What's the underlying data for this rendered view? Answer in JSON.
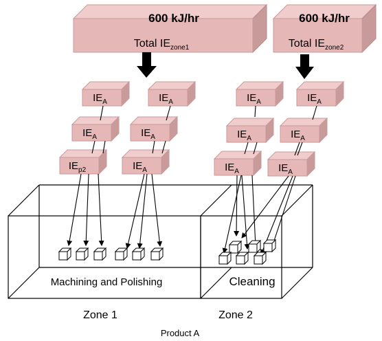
{
  "colors": {
    "box_front": "#e6b7b7",
    "box_top": "#f0cccc",
    "box_side": "#c99a9a",
    "stroke": "#000000"
  },
  "total_boxes": [
    {
      "rate": "600 kJ/hr",
      "label": "Total IE",
      "subscript": "zone1"
    },
    {
      "rate": "600 kJ/hr",
      "label": "Total IE",
      "subscript": "zone2"
    }
  ],
  "ie_boxes": [
    {
      "label": "IE",
      "subscript": "A"
    },
    {
      "label": "IE",
      "subscript": "A"
    },
    {
      "label": "IE",
      "subscript": "A"
    },
    {
      "label": "IE",
      "subscript": "A"
    },
    {
      "label": "IE",
      "subscript": "A"
    },
    {
      "label": "IE",
      "subscript": "A"
    },
    {
      "label": "IE",
      "subscript": "A"
    },
    {
      "label": "IE",
      "subscript": "A"
    },
    {
      "label": "IE",
      "subscript": "p2"
    },
    {
      "label": "IE",
      "subscript": "A"
    },
    {
      "label": "IE",
      "subscript": "A"
    },
    {
      "label": "IE",
      "subscript": "A"
    }
  ],
  "zones": {
    "zone1_inner_label": "Machining and Polishing",
    "zone2_inner_label": "Cleaning",
    "zone1_label": "Zone 1",
    "zone2_label": "Zone 2"
  },
  "product_label": "Product A"
}
